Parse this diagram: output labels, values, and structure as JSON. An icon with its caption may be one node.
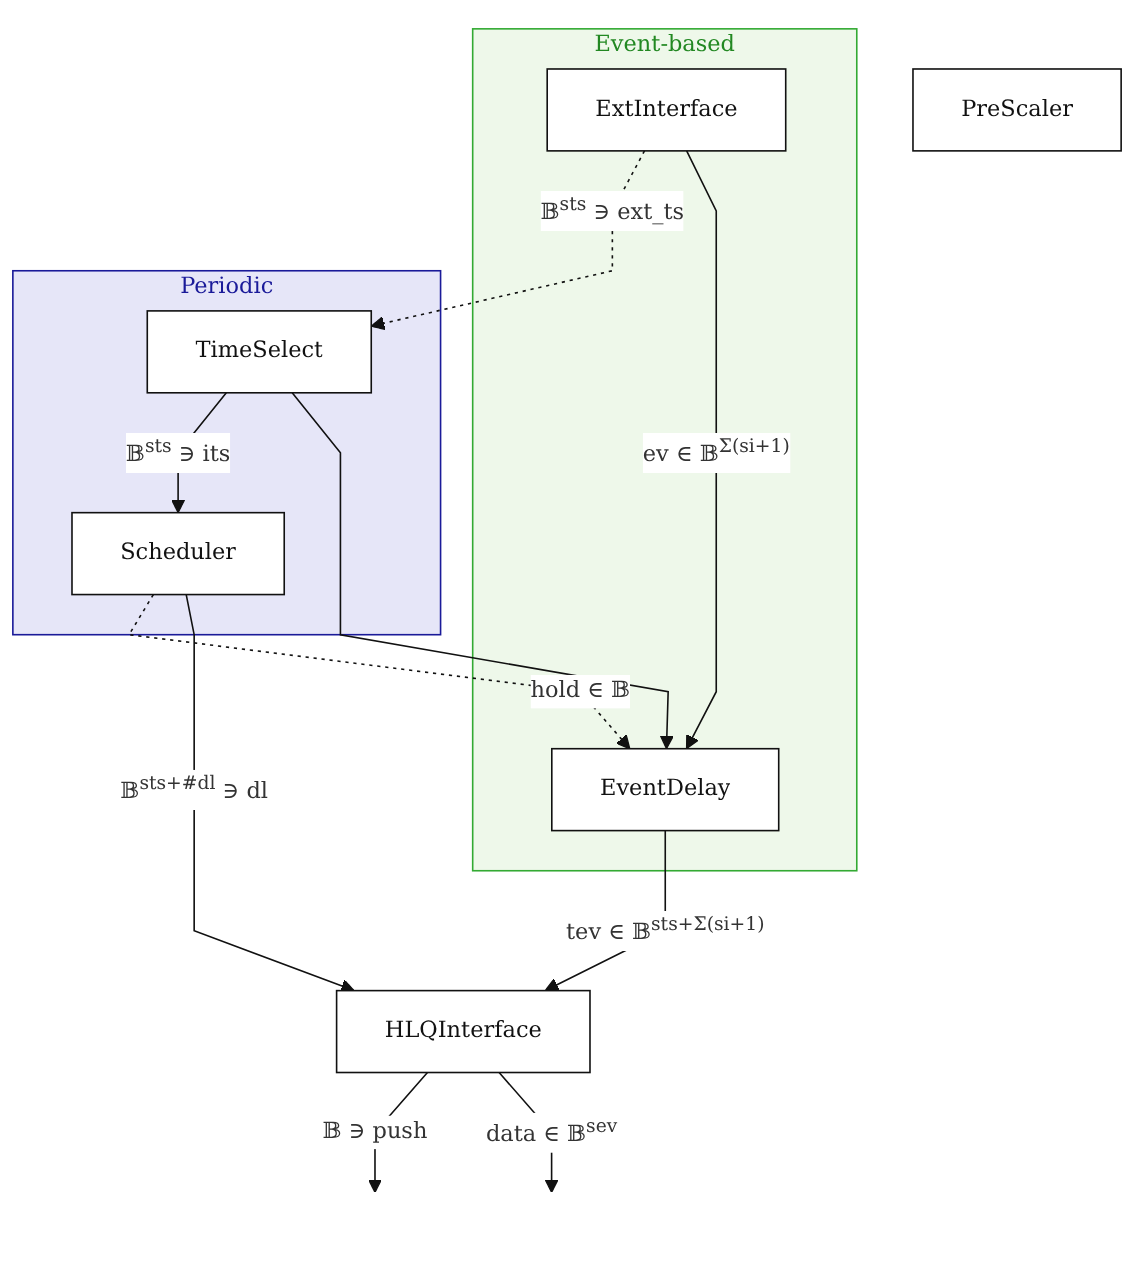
{
  "diagram": {
    "nodes": [
      {
        "text": [
          "Event-based"
        ]
      },
      {
        "text": [
          "Periodic"
        ]
      },
      {
        "text": [
          "ExtInterface"
        ],
        "in": 0
      },
      {
        "text": [
          "PreScaler"
        ]
      },
      {
        "text": [
          "TimeSelect"
        ],
        "in": 1
      },
      {
        "text": [
          "Scheduler"
        ],
        "in": 1
      },
      {
        "text": [
          "EventDelay"
        ],
        "in": 0
      },
      {
        "text": [
          "HLQInterface"
        ]
      }
    ],
    "edges": [
      {
        "from": 2,
        "to": 4,
        "arrow": "to",
        "label": "𝔹$^{sts}$ ∋ ext_ts",
        "style": "dashed"
      },
      {
        "from": 2,
        "to": 6,
        "arrow": "to",
        "label": "ev ∈ 𝔹$^{Σ(si+1)}$"
      },
      {
        "from": 4,
        "to": 5,
        "arrow": "to",
        "label": "𝔹$^{sts}$ ∋ its"
      },
      {
        "from": 4,
        "to": 6,
        "arrow": "to"
      },
      {
        "from": 5,
        "to": 6,
        "arrow": "to",
        "label": "hold ∈ 𝔹",
        "style": "dashed"
      },
      {
        "from": 5,
        "to": 7,
        "arrow": "to",
        "label": "𝔹$^{sts+#dl}$ ∋ dl"
      },
      {
        "from": 6,
        "to": 7,
        "arrow": "to",
        "label": "tev ∈ 𝔹$^{sts+Σ(si+1)}$"
      },
      {
        "from": 7,
        "to": null,
        "arrow": "to",
        "label": "𝔹 ∋ push"
      },
      {
        "from": 7,
        "to": null,
        "arrow": "to",
        "label": "data ∈ 𝔹$^{sev}$"
      }
    ]
  }
}
